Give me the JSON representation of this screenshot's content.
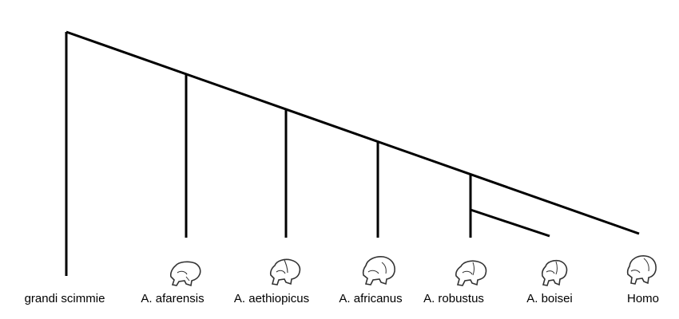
{
  "taxa": [
    {
      "key": "great_apes",
      "label": "grandi scimmie",
      "skull": false
    },
    {
      "key": "afarensis",
      "label": "A. afarensis",
      "skull": true
    },
    {
      "key": "aethiopicus",
      "label": "A. aethiopicus",
      "skull": true
    },
    {
      "key": "africanus",
      "label": "A. africanus",
      "skull": true
    },
    {
      "key": "robustus",
      "label": "A. robustus",
      "skull": true
    },
    {
      "key": "boisei",
      "label": "A. boisei",
      "skull": true
    },
    {
      "key": "homo",
      "label": "Homo",
      "skull": true
    }
  ],
  "colors": {
    "line": "#000000",
    "skull_fill": "#ffffff",
    "skull_stroke": "#333333",
    "background": "#ffffff"
  }
}
